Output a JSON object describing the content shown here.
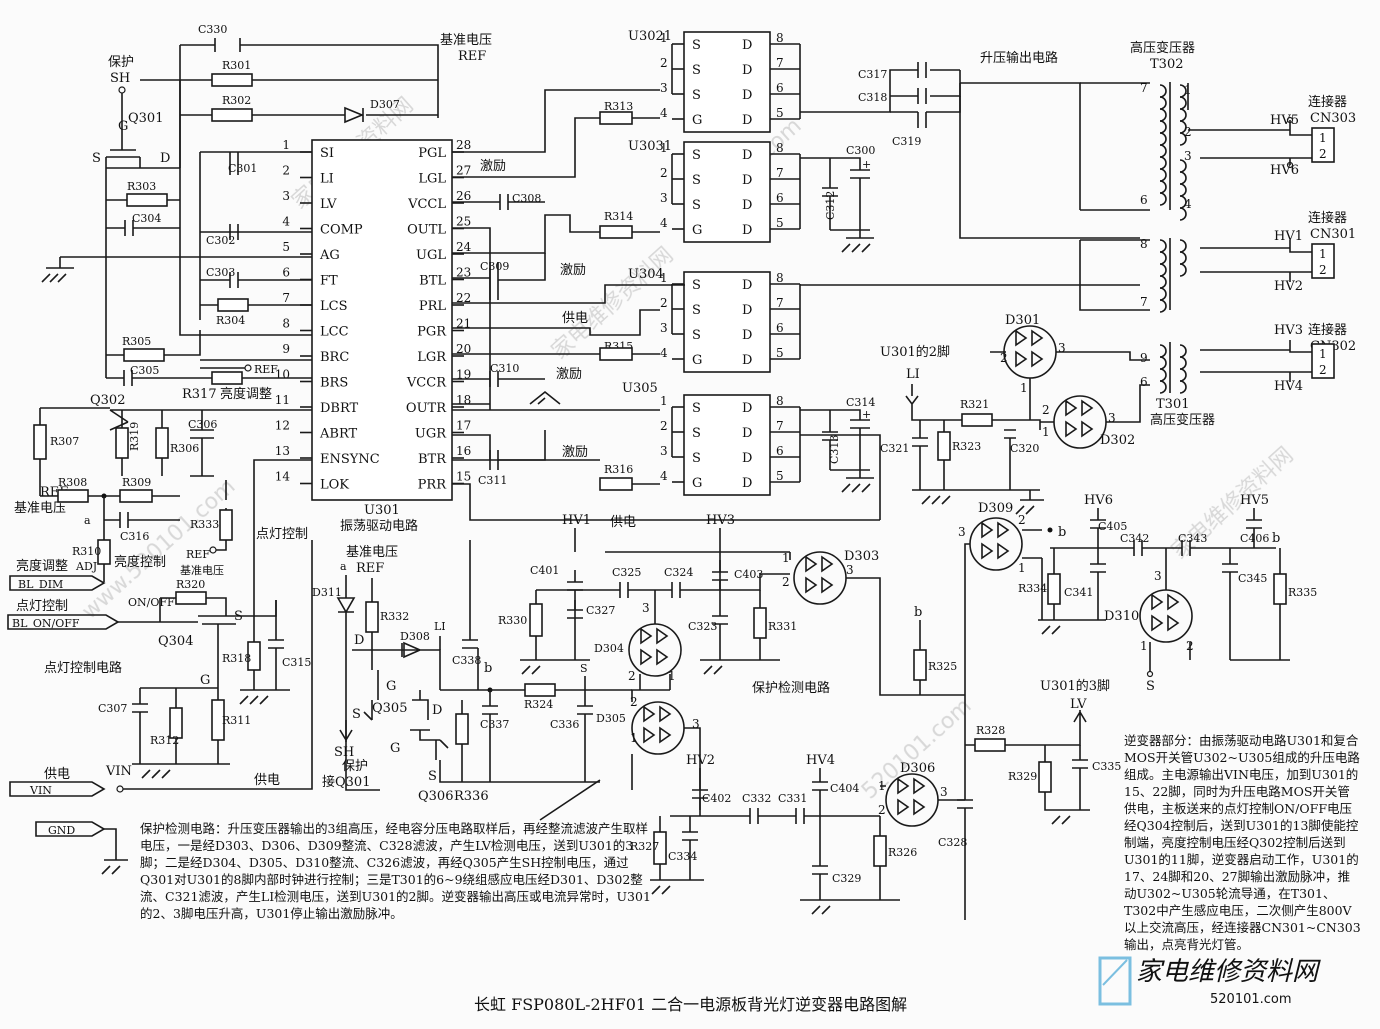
{
  "title": "长虹 FSP080L-2HF01 二合一电源板背光灯逆变器电路图解",
  "sections": {
    "boost_output": "升压输出电路",
    "hv_transformer_top": "高压变压器",
    "hv_transformer_bottom": "高压变压器",
    "osc_drive": "振荡驱动电路",
    "protect_detect": "保护检测电路",
    "lamp_ctrl": "点灯控制电路"
  },
  "ic": {
    "ref": "U301",
    "left_pins": [
      {
        "n": "1",
        "name": "SI"
      },
      {
        "n": "2",
        "name": "LI"
      },
      {
        "n": "3",
        "name": "LV"
      },
      {
        "n": "4",
        "name": "COMP"
      },
      {
        "n": "5",
        "name": "AG"
      },
      {
        "n": "6",
        "name": "FT"
      },
      {
        "n": "7",
        "name": "LCS"
      },
      {
        "n": "8",
        "name": "LCC"
      },
      {
        "n": "9",
        "name": "BRC"
      },
      {
        "n": "10",
        "name": "BRS"
      },
      {
        "n": "11",
        "name": "DBRT"
      },
      {
        "n": "12",
        "name": "ABRT"
      },
      {
        "n": "13",
        "name": "ENSYNC"
      },
      {
        "n": "14",
        "name": "LOK"
      }
    ],
    "right_pins": [
      {
        "n": "28",
        "name": "PGL"
      },
      {
        "n": "27",
        "name": "LGL"
      },
      {
        "n": "26",
        "name": "VCCL"
      },
      {
        "n": "25",
        "name": "OUTL"
      },
      {
        "n": "24",
        "name": "UGL"
      },
      {
        "n": "23",
        "name": "BTL"
      },
      {
        "n": "22",
        "name": "PRL"
      },
      {
        "n": "21",
        "name": "PGR"
      },
      {
        "n": "20",
        "name": "LGR"
      },
      {
        "n": "19",
        "name": "VCCR"
      },
      {
        "n": "18",
        "name": "OUTR"
      },
      {
        "n": "17",
        "name": "UGR"
      },
      {
        "n": "16",
        "name": "BTR"
      },
      {
        "n": "15",
        "name": "PRR"
      }
    ]
  },
  "mosfets": [
    {
      "ref": "U3021",
      "gate_r": "R313"
    },
    {
      "ref": "U3031",
      "gate_r": "R314"
    },
    {
      "ref": "U304",
      "gate_r": "R315"
    },
    {
      "ref": "U305",
      "gate_r": "R316"
    }
  ],
  "mos_pins": {
    "s": "S",
    "d": "D",
    "g": "G",
    "left": [
      "1",
      "2",
      "3",
      "4"
    ],
    "right": [
      "8",
      "7",
      "6",
      "5"
    ]
  },
  "labels": {
    "protect_sh": "保护",
    "sh": "SH",
    "q301": "Q301",
    "g": "G",
    "s": "S",
    "d": "D",
    "ref_voltage": "基准电压",
    "ref": "REF",
    "excite": "激励",
    "supply": "供电",
    "li": "LI",
    "lv": "LV",
    "brightness_adj": "亮度调整",
    "brightness_ctrl": "亮度控制",
    "lamp_on_ctrl": "点灯控制",
    "q302": "Q302",
    "q304": "Q304",
    "q305": "Q305",
    "q306": "Q306",
    "adj": "ADJ",
    "a": "a",
    "b": "b",
    "on_off": "ON/OFF",
    "vin": "VIN",
    "supply_in": "供电",
    "gnd": "GND",
    "bl_dim": "BL_DIM",
    "bl_onoff": "BL_ON/OFF",
    "u301_pin2": "U301的2脚",
    "u301_pin3": "U301的3脚",
    "protect_q301_1": "保护",
    "protect_q301_2": "接Q301",
    "connector": "连接器",
    "t302": "T302",
    "t301": "T301"
  },
  "components": {
    "caps": [
      "C330",
      "C301",
      "C304",
      "C302",
      "C303",
      "C305",
      "C306",
      "C316",
      "C315",
      "C307",
      "C308",
      "C309",
      "C310",
      "C311",
      "C317",
      "C318",
      "C319",
      "C300",
      "C312",
      "C314",
      "C313",
      "C321",
      "C320",
      "C401",
      "C325",
      "C324",
      "C403",
      "C327",
      "C323",
      "C338",
      "C337",
      "C336",
      "C402",
      "C332",
      "C331",
      "C404",
      "C334",
      "C329",
      "C328",
      "C335",
      "C405",
      "C342",
      "C343",
      "C406",
      "C341",
      "C345"
    ],
    "resistors": [
      "R301",
      "R302",
      "R303",
      "R304",
      "R305",
      "R317",
      "R307",
      "R319",
      "R306",
      "R308",
      "R309",
      "R310",
      "R320",
      "R333",
      "R318",
      "R312",
      "R311",
      "R332",
      "R330",
      "R331",
      "R325",
      "R324",
      "R336",
      "R327",
      "R326",
      "R321",
      "R323",
      "R328",
      "R329",
      "R334",
      "R335"
    ],
    "diodes": [
      "D307",
      "D311",
      "D308",
      "D301",
      "D302",
      "D303",
      "D304",
      "D305",
      "D306",
      "D309",
      "D310"
    ]
  },
  "hv": [
    "HV1",
    "HV2",
    "HV3",
    "HV4",
    "HV5",
    "HV6"
  ],
  "connectors": [
    "CN303",
    "CN301",
    "CN302"
  ],
  "notes": {
    "protect": "保护检测电路：升压变压器输出的3组高压，经电容分压电路取样后，再经整流滤波产生取样电压，一是经D303、D306、D309整流、C328滤波，产生LV检测电压，送到U301的3脚；二是经D304、D305、D310整流、C326滤波，再经Q305产生SH控制电压，通过Q301对U301的8脚内部时钟进行控制；三是T301的6~9绕组感应电压经D301、D302整流、C321滤波，产生LI检测电压，送到U301的2脚。逆变器输出高压或电流异常时，U301的2、3脚电压升高，U301停止输出激励脉冲。",
    "inverter": "逆变器部分：由振荡驱动电路U301和复合MOS开关管U302~U305组成的升压电路组成。主电源输出VIN电压，加到U301的15、22脚，同时为升压电路MOS开关管供电，主板送来的点灯控制ON/OFF电压经Q304控制后，送到U301的13脚使能控制端，亮度控制电压经Q302控制后送到U301的11脚，逆变器启动工作，U301的17、24脚和20、27脚输出激励脉冲，推动U302~U305轮流导通，在T301、T302中产生感应电压，二次侧产生800V以上交流高压，经连接器CN301~CN303输出，点亮背光灯管。"
  },
  "watermarks": [
    "家电维修资料网",
    "520101.com",
    "家电维修资料网",
    "www.520101.com",
    "家电维修资料网",
    "520101.com"
  ],
  "logo": {
    "name": "家电维修资料网",
    "url": "520101.com"
  }
}
